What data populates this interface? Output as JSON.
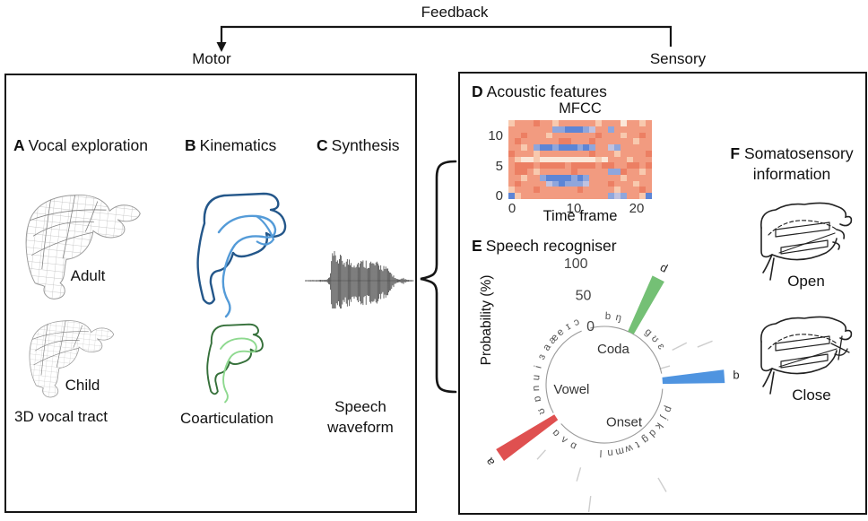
{
  "header": {
    "feedback": "Feedback",
    "motor": "Motor",
    "sensory": "Sensory"
  },
  "panel_a": {
    "letter": "A",
    "title": "Vocal exploration",
    "adult": "Adult",
    "child": "Child",
    "caption": "3D vocal tract"
  },
  "panel_b": {
    "letter": "B",
    "title": "Kinematics",
    "caption": "Coarticulation"
  },
  "panel_c": {
    "letter": "C",
    "title": "Synthesis",
    "caption_1": "Speech",
    "caption_2": "waveform"
  },
  "panel_d": {
    "letter": "D",
    "title": "Acoustic features"
  },
  "panel_e": {
    "letter": "E",
    "title": "Speech recogniser"
  },
  "panel_f": {
    "letter": "F",
    "title_1": "Somatosensory",
    "title_2": "information",
    "open": "Open",
    "close": "Close"
  },
  "colors": {
    "kin_dark": "#24578a",
    "kin_light": "#549bd8",
    "coart_dark": "#35703a",
    "coart_light": "#8ed98f",
    "wire": "#9a9a9a",
    "ink": "#151515"
  },
  "chart_data": [
    {
      "id": "mfcc",
      "type": "heatmap",
      "title": "MFCC",
      "xlabel": "Time frame",
      "x_ticks": [
        "0",
        "10",
        "20"
      ],
      "y_ticks": [
        "10",
        "5",
        "0"
      ],
      "rows": 13,
      "cols": 23,
      "palette": {
        "a": "#f29b80",
        "b": "#ec7f63",
        "c": "#f8c9ae",
        "d": "#fbe7d8",
        "e": "#5c85d6",
        "f": "#8fa6dc",
        "g": "#c0c2e0"
      },
      "grid": [
        "caaabaacaaaaaacaaadaaca",
        "aaaaaaaffeeefgaafaaaaaa",
        "aabaaacaaaaaaabaaacaaba",
        "abaaaaaabbaaabaaaaaacaa",
        "aacafeefeeefefaagfaaaaa",
        "baaacaaaaaaaabaaacaaaab",
        "acddcdddddddddcdaaacaaa",
        "abbbabbbbabbbbabbaabbab",
        "abbacaaaaabaaaaaffbaaca",
        "aacaafeeeefefaaaaacaaaa",
        "abaaaagfefffgaaabaaacaa",
        "caaabaaaaaabaaaaacaaaba",
        "ecaaaaaaaaaaaaaafgfaace"
      ]
    },
    {
      "id": "recogniser",
      "type": "polar-bar",
      "radial_axis_label": "Probability (%)",
      "radial_ticks": [
        "0",
        "50",
        "100"
      ],
      "radial_tick_values": [
        0,
        50,
        100
      ],
      "sections": [
        {
          "name": "Coda",
          "arc_deg": [
            -14,
            79
          ],
          "label_angle": 14,
          "label_r": 41
        },
        {
          "name": "Onset",
          "arc_deg": [
            94,
            228
          ],
          "label_angle": 152,
          "label_r": 47
        },
        {
          "name": "Vowel",
          "arc_deg": [
            241,
            337
          ],
          "label_angle": 262,
          "label_r": 37
        }
      ],
      "bars": [
        {
          "label": "d",
          "section": "Coda",
          "angle_deg": 27,
          "value": 97,
          "color": "#74c075",
          "label_rot": 27
        },
        {
          "label": "b",
          "section": "Onset",
          "angle_deg": 86,
          "value": 99,
          "color": "#4f94e0",
          "label_rot": 0
        },
        {
          "label": "a",
          "section": "Vowel",
          "angle_deg": 236,
          "value": 108,
          "color": "#df5050",
          "label_rot": 236
        }
      ],
      "ring_phonemes": [
        {
          "label": "b",
          "angle_deg": 3
        },
        {
          "label": "ŋ",
          "angle_deg": 12
        },
        {
          "label": "g",
          "angle_deg": 40
        },
        {
          "label": "ʊ",
          "angle_deg": 48
        },
        {
          "label": "ɛ",
          "angle_deg": 56
        },
        {
          "label": "p",
          "angle_deg": 111
        },
        {
          "label": "j",
          "angle_deg": 119
        },
        {
          "label": "k",
          "angle_deg": 127
        },
        {
          "label": "d",
          "angle_deg": 135
        },
        {
          "label": "g",
          "angle_deg": 143
        },
        {
          "label": "t",
          "angle_deg": 151
        },
        {
          "label": "w",
          "angle_deg": 159
        },
        {
          "label": "m",
          "angle_deg": 167
        },
        {
          "label": "n",
          "angle_deg": 175
        },
        {
          "label": "l",
          "angle_deg": 183
        },
        {
          "label": "ɒ",
          "angle_deg": 207
        },
        {
          "label": "ʌ",
          "angle_deg": 216
        },
        {
          "label": "ɑ",
          "angle_deg": 225
        },
        {
          "label": "ʊ",
          "angle_deg": 247
        },
        {
          "label": "ɒ",
          "angle_deg": 258
        },
        {
          "label": "n",
          "angle_deg": 267
        },
        {
          "label": "u",
          "angle_deg": 276
        },
        {
          "label": "i",
          "angle_deg": 285
        },
        {
          "label": "ɜ",
          "angle_deg": 294
        },
        {
          "label": "a",
          "angle_deg": 303
        },
        {
          "label": "æ",
          "angle_deg": 312
        },
        {
          "label": "e",
          "angle_deg": 320
        },
        {
          "label": "ɪ",
          "angle_deg": 328
        },
        {
          "label": "ɔ",
          "angle_deg": 336
        }
      ],
      "faint_ticks": [
        {
          "angle_deg": 63,
          "r1": 85,
          "r2": 103
        },
        {
          "angle_deg": 68,
          "r1": 112,
          "r2": 130
        },
        {
          "angle_deg": 74,
          "r1": 64,
          "r2": 76
        },
        {
          "angle_deg": 150,
          "r1": 120,
          "r2": 138
        },
        {
          "angle_deg": 187,
          "r1": 125,
          "r2": 143
        },
        {
          "angle_deg": 196,
          "r1": 96,
          "r2": 112
        },
        {
          "angle_deg": 222,
          "r1": 98,
          "r2": 112
        }
      ]
    },
    {
      "id": "speech-waveform",
      "type": "waveform",
      "envelope": [
        [
          0,
          0.5
        ],
        [
          24,
          1
        ],
        [
          28,
          4
        ],
        [
          31,
          30
        ],
        [
          35,
          27
        ],
        [
          42,
          24
        ],
        [
          55,
          21
        ],
        [
          72,
          21
        ],
        [
          88,
          16
        ],
        [
          96,
          9
        ],
        [
          102,
          2
        ],
        [
          106,
          1
        ],
        [
          110,
          3
        ],
        [
          113,
          1
        ],
        [
          120,
          0.5
        ]
      ]
    }
  ]
}
